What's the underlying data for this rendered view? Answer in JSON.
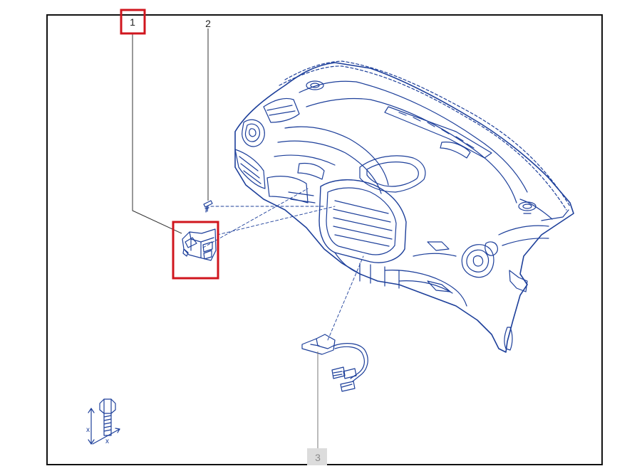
{
  "diagram": {
    "callouts": [
      {
        "id": "1",
        "label": "1",
        "highlighted": true
      },
      {
        "id": "2",
        "label": "2",
        "highlighted": false
      },
      {
        "id": "3",
        "label": "3",
        "highlighted": false,
        "greyed": true
      }
    ],
    "fastener_legend": {
      "dimension_label_vertical": "x",
      "dimension_label_horizontal": "x"
    },
    "colors": {
      "drawing_blue": "#1d3f9a",
      "highlight_red": "#d0161e",
      "frame_black": "#111111",
      "callout_grey_bg": "#dcdcdc"
    }
  }
}
